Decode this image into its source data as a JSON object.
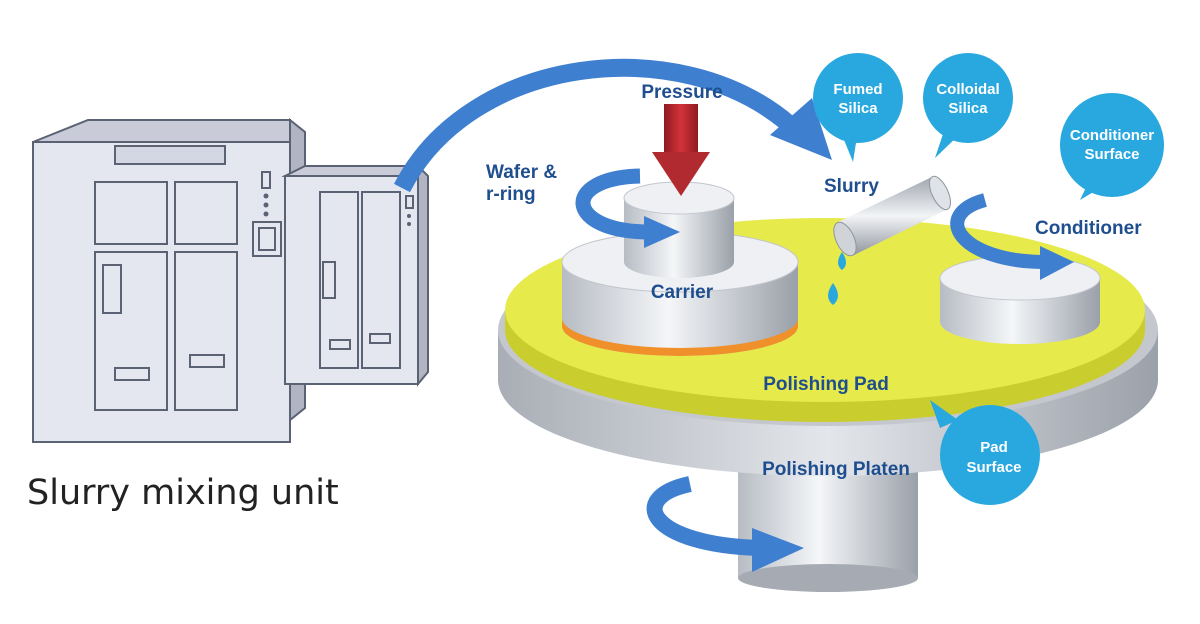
{
  "caption": "Slurry mixing unit",
  "labels": {
    "pressure": "Pressure",
    "wafer_line1": "Wafer &",
    "wafer_line2": "r-ring",
    "slurry": "Slurry",
    "conditioner": "Conditioner",
    "carrier": "Carrier",
    "polishing_pad": "Polishing Pad",
    "polishing_platen": "Polishing Platen"
  },
  "bubbles": {
    "fumed_silica": [
      "Fumed",
      "Silica"
    ],
    "colloidal_silica": [
      "Colloidal",
      "Silica"
    ],
    "conditioner_surface": [
      "Conditioner",
      "Surface"
    ],
    "pad_surface": [
      "Pad",
      "Surface"
    ]
  },
  "colors": {
    "bubble": "#29a8e0",
    "label": "#1f4e8f",
    "pad": "#e6ea4a",
    "arrow": "#3f7fd0",
    "pressure_arrow": "#c0272d",
    "carrier_ring": "#f0902a"
  }
}
